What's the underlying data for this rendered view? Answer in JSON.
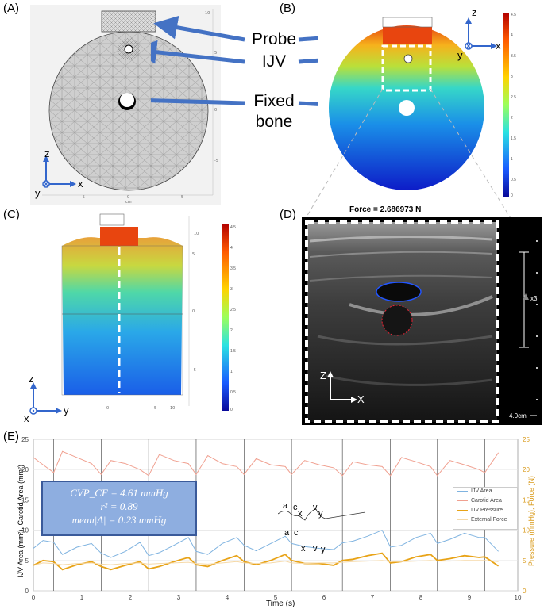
{
  "panels": {
    "a": {
      "label": "(A)"
    },
    "b": {
      "label": "(B)"
    },
    "c": {
      "label": "(C)"
    },
    "d": {
      "label": "(D)"
    },
    "e": {
      "label": "(E)"
    }
  },
  "callouts": {
    "probe": "Probe",
    "ijv": "IJV",
    "fixed_bone_line1": "Fixed",
    "fixed_bone_line2": "bone"
  },
  "axes_glyphs": {
    "z": "z",
    "x": "x",
    "y": "y",
    "d_z": "Z",
    "d_x": "X"
  },
  "colorbar_b": {
    "ticks": [
      "4.5",
      "4",
      "3.5",
      "3",
      "2.5",
      "2",
      "1.5",
      "1",
      "0.5",
      "0"
    ]
  },
  "colorbar_c": {
    "ticks": [
      "4.5",
      "4",
      "3.5",
      "3",
      "2.5",
      "2",
      "1.5",
      "1",
      "0.5",
      "0"
    ]
  },
  "ultrasound": {
    "force_label": "Force = 2.686973 N",
    "scale_label": "4.0cm",
    "zoom_label": "x3"
  },
  "stats_box": {
    "line1": "CVP_CF = 4.61 mmHg",
    "line2": "r² = 0.89",
    "line3": "mean|Δ| = 0.23 mmHg"
  },
  "waveform_labels": {
    "top": [
      "a",
      "c",
      "x",
      "v",
      "y"
    ],
    "bottom": [
      "a",
      "c",
      "x",
      "v",
      "y"
    ]
  },
  "chart_data": {
    "type": "line",
    "xlabel": "Time (s)",
    "ylabel_left": "IJV Area (mm²), Carotid Area (mm²)",
    "ylabel_right": "Pressure (mmHg), Force (N)",
    "xlim": [
      0,
      10
    ],
    "ylim_left": [
      0,
      25
    ],
    "ylim_right": [
      0,
      25
    ],
    "x_ticks": [
      "0",
      "1",
      "2",
      "3",
      "4",
      "5",
      "6",
      "7",
      "8",
      "9",
      "10"
    ],
    "y_ticks_left": [
      "0",
      "5",
      "10",
      "15",
      "20",
      "25"
    ],
    "y_ticks_right": [
      "0",
      "5",
      "10",
      "15",
      "20",
      "25"
    ],
    "vertical_markers": [
      0.42,
      1.4,
      2.38,
      3.36,
      4.35,
      5.33,
      6.38,
      7.37,
      8.34,
      9.32
    ],
    "series": [
      {
        "name": "IJV Area",
        "color": "#7fb3e0",
        "x": [
          0,
          0.2,
          0.42,
          0.6,
          0.9,
          1.2,
          1.4,
          1.6,
          1.9,
          2.2,
          2.38,
          2.6,
          2.9,
          3.2,
          3.36,
          3.6,
          3.9,
          4.2,
          4.35,
          4.6,
          4.9,
          5.2,
          5.33,
          5.6,
          5.9,
          6.2,
          6.38,
          6.6,
          6.9,
          7.2,
          7.37,
          7.6,
          7.9,
          8.2,
          8.34,
          8.6,
          8.9,
          9.2,
          9.32,
          9.6
        ],
        "y": [
          7.0,
          8.3,
          8.0,
          6.0,
          7.2,
          7.8,
          6.2,
          5.5,
          6.5,
          8.0,
          5.8,
          6.3,
          7.5,
          8.8,
          6.5,
          6.0,
          7.8,
          8.8,
          7.5,
          6.6,
          7.8,
          9.0,
          7.8,
          7.3,
          7.0,
          6.8,
          7.9,
          8.2,
          9.0,
          10.0,
          7.2,
          7.5,
          8.8,
          9.5,
          7.8,
          8.5,
          9.5,
          8.8,
          8.8,
          6.5
        ]
      },
      {
        "name": "Carotid Area",
        "color": "#f0a090",
        "x": [
          0,
          0.2,
          0.42,
          0.6,
          0.9,
          1.2,
          1.4,
          1.6,
          1.9,
          2.2,
          2.38,
          2.6,
          2.9,
          3.2,
          3.36,
          3.6,
          3.9,
          4.2,
          4.35,
          4.6,
          4.9,
          5.2,
          5.33,
          5.6,
          5.9,
          6.2,
          6.38,
          6.6,
          6.9,
          7.2,
          7.37,
          7.6,
          7.9,
          8.2,
          8.34,
          8.6,
          8.9,
          9.2,
          9.32,
          9.6
        ],
        "y": [
          22.0,
          20.8,
          19.5,
          23.0,
          22.0,
          21.0,
          19.2,
          21.5,
          21.0,
          20.0,
          19.0,
          22.5,
          21.5,
          21.0,
          19.2,
          22.3,
          21.0,
          20.5,
          19.2,
          21.8,
          20.8,
          20.5,
          19.2,
          21.5,
          20.8,
          20.3,
          19.0,
          21.3,
          20.8,
          20.5,
          19.0,
          22.0,
          21.3,
          20.5,
          19.0,
          21.5,
          20.8,
          20.0,
          19.5,
          22.8
        ]
      },
      {
        "name": "IJV Pressure",
        "color": "#e8a317",
        "x": [
          0,
          0.2,
          0.42,
          0.6,
          0.9,
          1.2,
          1.4,
          1.6,
          1.9,
          2.2,
          2.38,
          2.6,
          2.9,
          3.2,
          3.36,
          3.6,
          3.9,
          4.2,
          4.35,
          4.6,
          4.9,
          5.2,
          5.33,
          5.6,
          5.9,
          6.2,
          6.38,
          6.6,
          6.9,
          7.2,
          7.37,
          7.6,
          7.9,
          8.2,
          8.34,
          8.6,
          8.9,
          9.2,
          9.32,
          9.6
        ],
        "y": [
          4.2,
          5.0,
          4.8,
          3.5,
          4.3,
          4.8,
          4.0,
          3.5,
          4.2,
          4.8,
          3.6,
          4.0,
          4.8,
          5.5,
          4.3,
          4.0,
          5.0,
          5.8,
          4.8,
          4.3,
          5.0,
          6.0,
          5.0,
          4.5,
          4.5,
          4.2,
          5.0,
          5.2,
          5.8,
          6.2,
          4.6,
          4.8,
          5.6,
          6.0,
          5.0,
          5.3,
          5.8,
          5.5,
          5.6,
          4.1
        ]
      },
      {
        "name": "External Force",
        "color": "#f5d9a8",
        "x": [
          0,
          0.2,
          0.42,
          0.6,
          0.9,
          1.2,
          1.4,
          1.6,
          1.9,
          2.2,
          2.38,
          2.6,
          2.9,
          3.2,
          3.36,
          3.6,
          3.9,
          4.2,
          4.35,
          4.6,
          4.9,
          5.2,
          5.33,
          5.6,
          5.9,
          6.2,
          6.38,
          6.6,
          6.9,
          7.2,
          7.37,
          7.6,
          7.9,
          8.2,
          8.34,
          8.6,
          8.9,
          9.2,
          9.32,
          9.6
        ],
        "y": [
          4.2,
          4.6,
          4.5,
          4.3,
          4.5,
          4.6,
          4.4,
          4.3,
          4.5,
          4.6,
          4.4,
          4.5,
          4.6,
          4.7,
          4.5,
          4.4,
          4.6,
          4.8,
          4.6,
          4.5,
          4.6,
          4.9,
          4.6,
          4.5,
          4.6,
          4.6,
          4.7,
          4.8,
          4.9,
          5.0,
          4.8,
          4.8,
          4.9,
          5.0,
          4.9,
          4.9,
          5.0,
          5.0,
          5.0,
          4.8
        ]
      }
    ]
  }
}
